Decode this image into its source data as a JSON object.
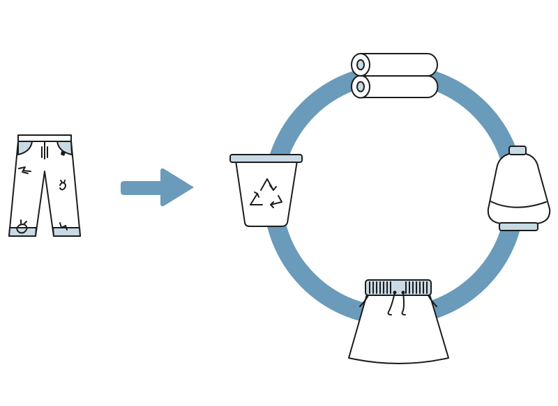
{
  "diagram": {
    "colors": {
      "ring": "#6a9bba",
      "arrow": "#6a9bba",
      "accent_light": "#c8dae4",
      "outline": "#1b1b1b",
      "background": "#ffffff"
    },
    "nodes": [
      {
        "id": "worn-jeans",
        "icon": "damaged-jeans-icon"
      },
      {
        "id": "recycling-bin",
        "icon": "recycle-bin-icon"
      },
      {
        "id": "fiber-rolls",
        "icon": "fabric-rolls-icon"
      },
      {
        "id": "yarn-sack",
        "icon": "sack-icon"
      },
      {
        "id": "new-skirt",
        "icon": "skirt-icon"
      }
    ],
    "flow": {
      "from": "worn-jeans",
      "to": "recycling-cycle",
      "icon": "right-arrow-icon"
    }
  }
}
